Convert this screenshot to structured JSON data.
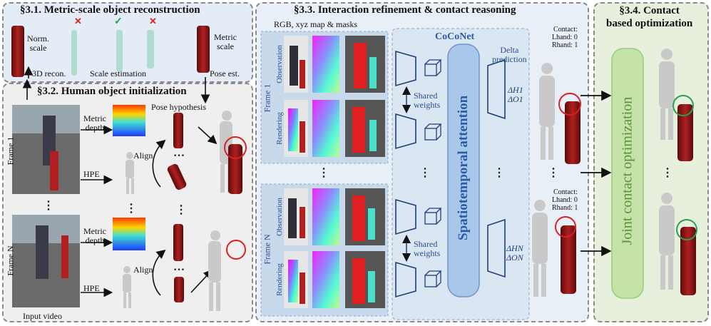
{
  "sections": {
    "s31": {
      "title": "§3.1. Metric-scale object reconstruction",
      "norm_scale": "Norm.\nscale",
      "metric_scale": "Metric\nscale",
      "scale_estimation": "Scale estimation",
      "recon_3d": "3D recon.",
      "pose_est": "Pose est."
    },
    "s32": {
      "title": "§3.2. Human object initialization",
      "pose_hypothesis": "Pose hypothesis",
      "metric_depth_1": "Metric\ndepth",
      "metric_depth_n": "Metric\ndepth",
      "align_1": "Align",
      "align_n": "Align",
      "hpe_1": "HPE",
      "hpe_n": "HPE",
      "frame_1": "Frame 1",
      "frame_n": "Frame N",
      "input_video": "Input video"
    },
    "s33": {
      "title": "§3.3. Interaction refinement & contact reasoning",
      "inputs": "RGB, xyz map & masks",
      "coconet": "CoCoNet",
      "delta_prediction": "Delta\nprediction",
      "shared_weights_1": "Shared\nweights",
      "shared_weights_n": "Shared\nweights",
      "spatiotemporal": "Spatiotemporal attention",
      "frame_1": "Frame 1",
      "frame_n": "Frame N",
      "observation": "Observation",
      "rendering": "Rendering",
      "delta_1": "ΔH1\nΔO1",
      "delta_n": "ΔHN\nΔON"
    },
    "s34": {
      "title": "§3.4. Contact\nbased optimization",
      "joint": "Joint contact optimization"
    }
  },
  "contact_1": {
    "title": "Contact:",
    "lhand": "Lhand: 0",
    "rhand": "Rhand: 1"
  },
  "contact_n": {
    "title": "Contact:",
    "lhand": "Lhand: 0",
    "rhand": "Rhand: 1"
  },
  "marks": {
    "cross": "✕",
    "check": "✓",
    "ellipsis_v": "⋮",
    "ellipsis_h": "…"
  },
  "colors": {
    "panel_blue": "#e3ecf7",
    "panel_gray": "#efefef",
    "panel_green": "#e6f0dd",
    "joint_box": "#c5e3a8",
    "joint_text": "#5c8f3c",
    "attention_box": "#a9c7ea",
    "attention_text": "#2a5aa8",
    "red_circle": "#d92020",
    "green_circle": "#2aa04a",
    "object_red": "#8b1a1a"
  }
}
